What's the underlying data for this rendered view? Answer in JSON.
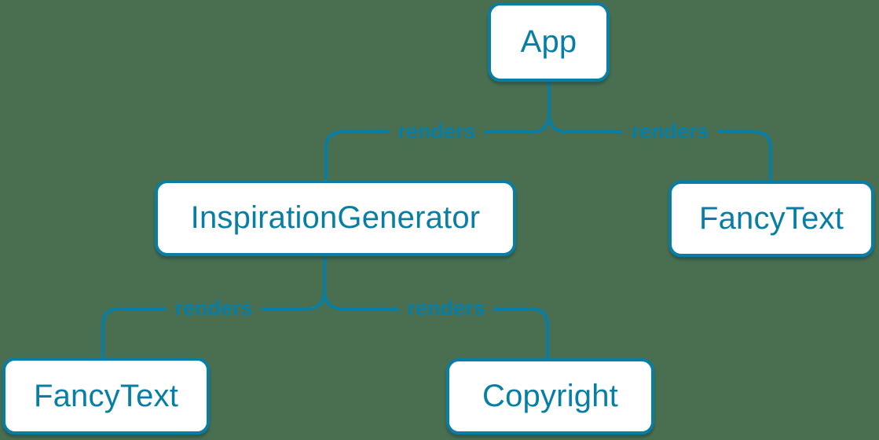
{
  "diagram": {
    "type": "component-render-tree",
    "nodes": [
      {
        "id": "app",
        "label": "App"
      },
      {
        "id": "inspiration-generator",
        "label": "InspirationGenerator"
      },
      {
        "id": "fancy-text-top",
        "label": "FancyText"
      },
      {
        "id": "fancy-text-bottom",
        "label": "FancyText"
      },
      {
        "id": "copyright",
        "label": "Copyright"
      }
    ],
    "edges": [
      {
        "from": "App",
        "to": "InspirationGenerator",
        "label": "renders"
      },
      {
        "from": "App",
        "to": "FancyText",
        "label": "renders"
      },
      {
        "from": "InspirationGenerator",
        "to": "FancyText",
        "label": "renders"
      },
      {
        "from": "InspirationGenerator",
        "to": "Copyright",
        "label": "renders"
      }
    ],
    "colors": {
      "accent": "#087ea4",
      "bg": "#4a6f50",
      "node-fill": "#ffffff"
    }
  }
}
